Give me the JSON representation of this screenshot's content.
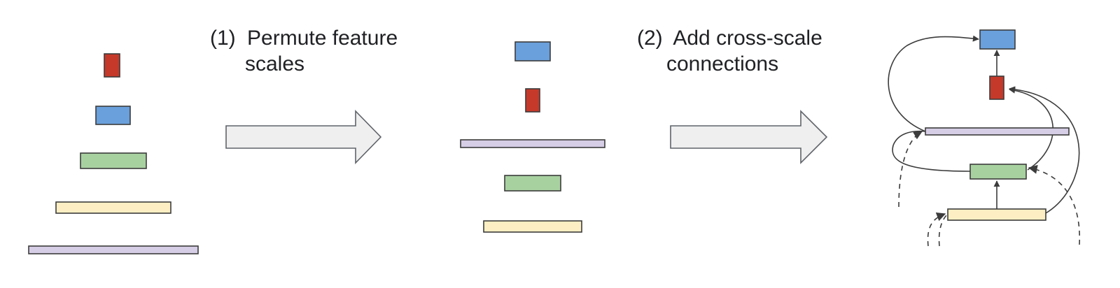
{
  "steps": [
    {
      "number": "(1)",
      "line1": "Permute feature",
      "line2": "scales"
    },
    {
      "number": "(2)",
      "line1": "Add cross-scale",
      "line2": "connections"
    }
  ],
  "colors": {
    "red": "#c5392a",
    "blue": "#6aa0dc",
    "green": "#a8d1a0",
    "yellow": "#fdefc3",
    "lavender": "#d6cde6",
    "edge": "#3c3c3c",
    "arrow_fill": "#efefef",
    "arrow_stroke": "#5f6368"
  },
  "panels": [
    {
      "id": "original-pyramid",
      "order_top_to_bottom": [
        "red",
        "blue",
        "green",
        "yellow",
        "lavender"
      ]
    },
    {
      "id": "permuted-scales",
      "order_top_to_bottom": [
        "blue",
        "red",
        "lavender",
        "green",
        "yellow"
      ]
    },
    {
      "id": "cross-scale-network",
      "order_top_to_bottom": [
        "blue",
        "red",
        "lavender",
        "green",
        "yellow"
      ],
      "connections": [
        {
          "from": "red",
          "to": "blue",
          "style": "solid"
        },
        {
          "from": "green",
          "to": "red",
          "style": "solid"
        },
        {
          "from": "yellow",
          "to": "green",
          "style": "solid"
        },
        {
          "from": "yellow",
          "to": "red",
          "style": "solid"
        },
        {
          "from": "lavender",
          "to": "blue",
          "style": "solid"
        },
        {
          "from": "green",
          "to": "lavender",
          "style": "solid"
        },
        {
          "from": "external",
          "to": "lavender",
          "style": "dashed"
        },
        {
          "from": "external",
          "to": "yellow",
          "style": "dashed"
        },
        {
          "from": "external",
          "to": "green",
          "style": "dashed"
        }
      ]
    }
  ]
}
